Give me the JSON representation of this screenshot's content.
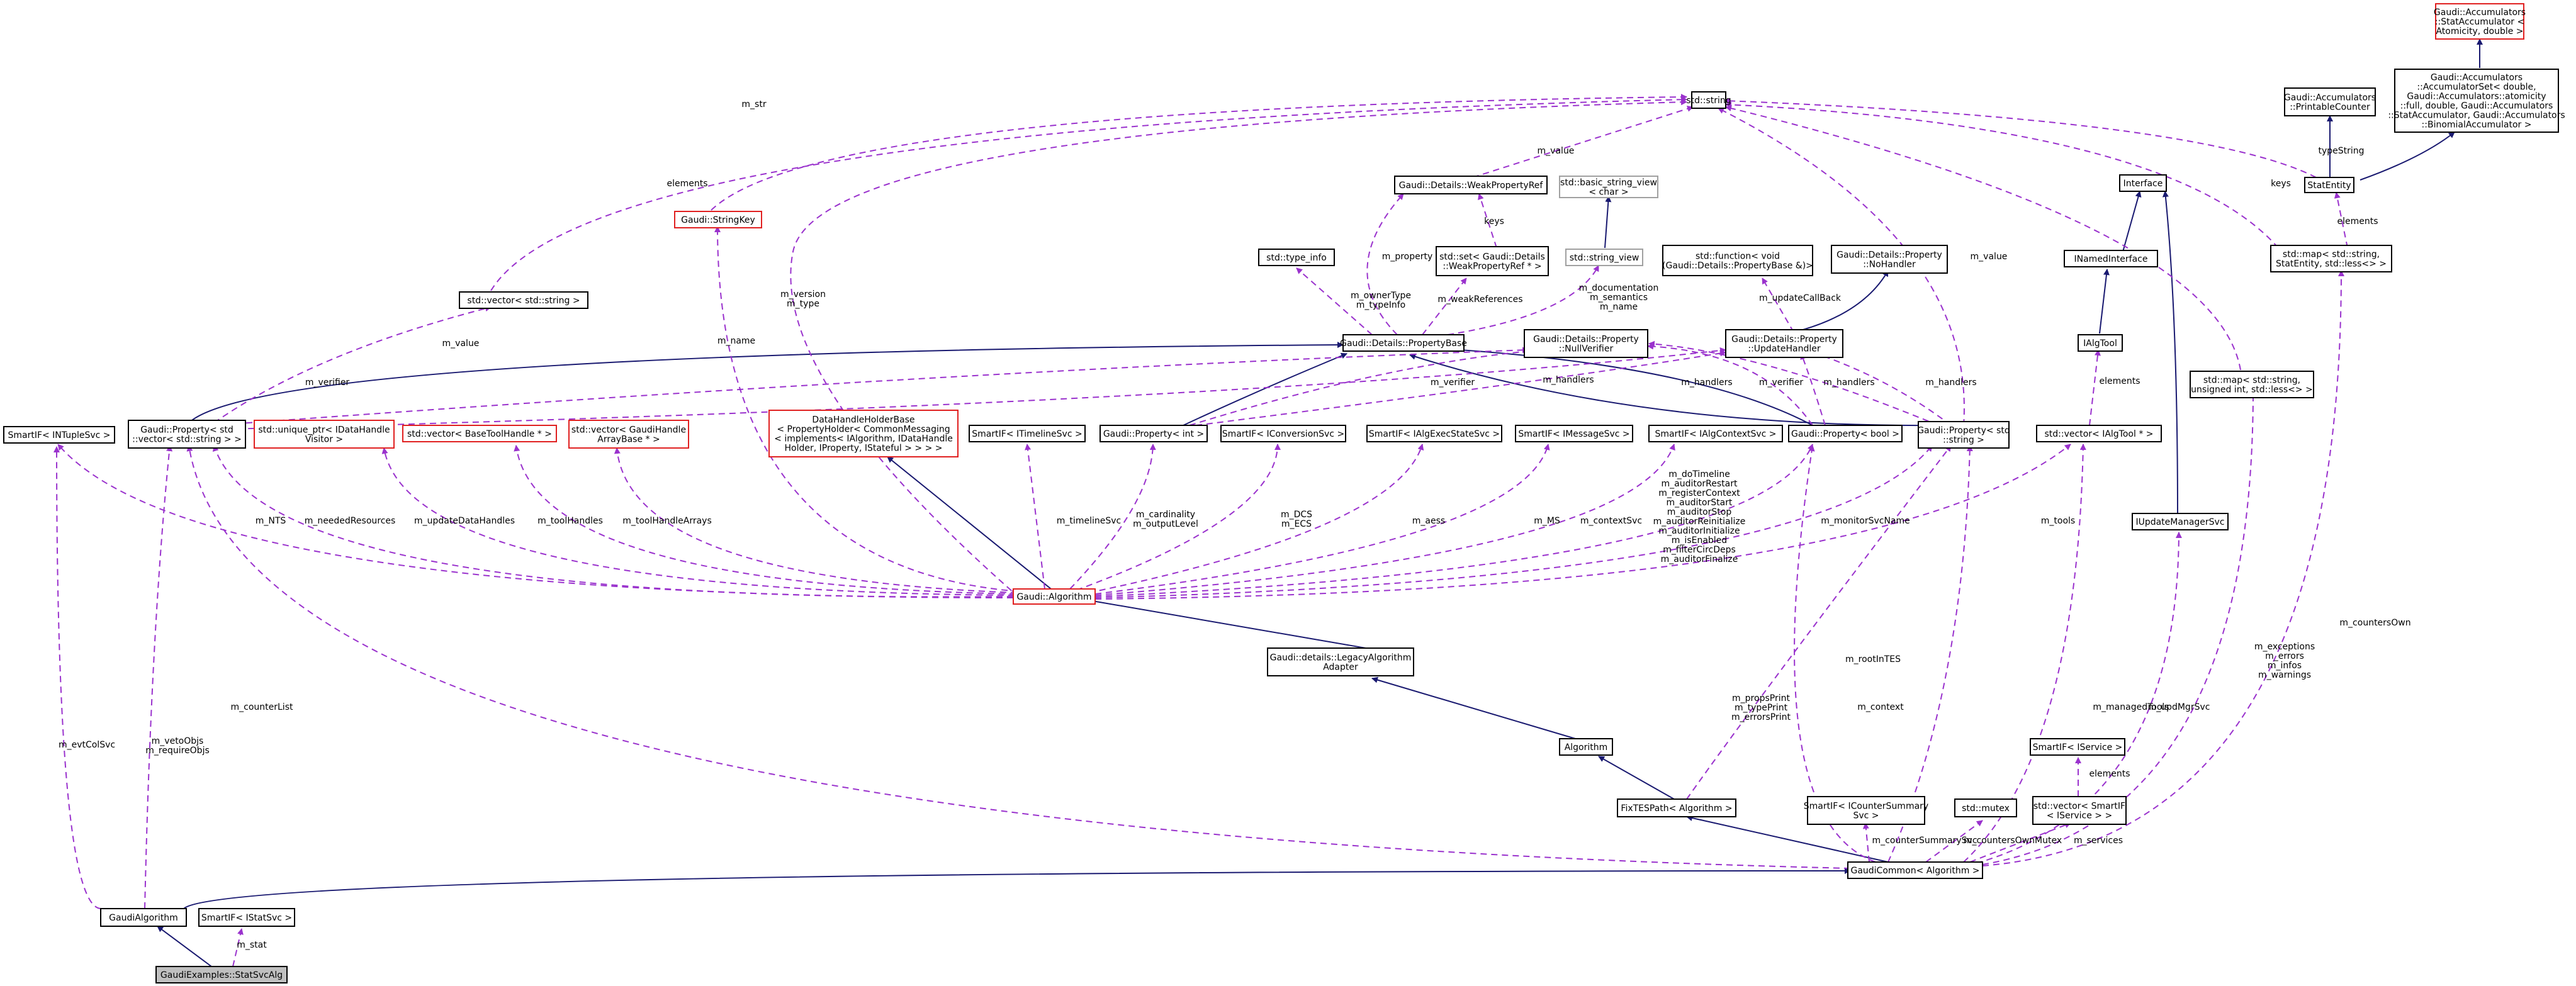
{
  "nodes": {
    "n_acc_stat": [
      "Gaudi::Accumulators",
      "::StatAccumulator <",
      "Atomicity, double >"
    ],
    "n_acc_print": [
      "Gaudi::Accumulators",
      "::PrintableCounter"
    ],
    "n_acc_set": [
      "Gaudi::Accumulators",
      "::AccumulatorSet< double,",
      "Gaudi::Accumulators::atomicity",
      "::full, double, Gaudi::Accumulators",
      "::StatAccumulator, Gaudi::Accumulators",
      "::BinomialAccumulator >"
    ],
    "n_string": [
      "std::string"
    ],
    "n_weakref": [
      "Gaudi::Details::WeakPropertyRef"
    ],
    "n_bsv": [
      "std::basic_string_view",
      "< char >"
    ],
    "n_interface": [
      "Interface"
    ],
    "n_statentity": [
      "StatEntity"
    ],
    "n_stringkey": [
      "Gaudi::StringKey"
    ],
    "n_typeinfo": [
      "std::type_info"
    ],
    "n_setweak": [
      "std::set< Gaudi::Details",
      "::WeakPropertyRef * >"
    ],
    "n_sv": [
      "std::string_view"
    ],
    "n_func": [
      "std::function< void",
      "(Gaudi::Details::PropertyBase &)>"
    ],
    "n_nohandler": [
      "Gaudi::Details::Property",
      "::NoHandler"
    ],
    "n_inamed": [
      "INamedInterface"
    ],
    "n_map": [
      "std::map< std::string,",
      "StatEntity, std::less<> >"
    ],
    "n_vecstr": [
      "std::vector< std::string >"
    ],
    "n_propbase": [
      "Gaudi::Details::PropertyBase"
    ],
    "n_nullver": [
      "Gaudi::Details::Property",
      "::NullVerifier"
    ],
    "n_updhandler": [
      "Gaudi::Details::Property",
      "::UpdateHandler"
    ],
    "n_ialgtool": [
      "IAlgTool"
    ],
    "n_mapint": [
      "std::map< std::string,",
      "unsigned int, std::less<> >"
    ],
    "n_sf_ntuple": [
      "SmartIF< INTupleSvc >"
    ],
    "n_prop_vecstr": [
      "Gaudi::Property< std",
      "::vector< std::string > >"
    ],
    "n_uptr": [
      "std::unique_ptr< IDataHandle",
      "Visitor >"
    ],
    "n_vec_btool": [
      "std::vector< BaseToolHandle * >"
    ],
    "n_vec_ghab": [
      "std::vector< GaudiHandle",
      "ArrayBase * >"
    ],
    "n_dhhb": [
      "DataHandleHolderBase",
      "< PropertyHolder< CommonMessaging",
      "< implements< IAlgorithm, IDataHandle",
      "Holder, IProperty, IStateful > > > >"
    ],
    "n_sf_timeline": [
      "SmartIF< ITimelineSvc >"
    ],
    "n_prop_int": [
      "Gaudi::Property< int >"
    ],
    "n_sf_conv": [
      "SmartIF< IConversionSvc >"
    ],
    "n_sf_algexec": [
      "SmartIF< IAlgExecStateSvc >"
    ],
    "n_sf_msg": [
      "SmartIF< IMessageSvc >"
    ],
    "n_sf_algctx": [
      "SmartIF< IAlgContextSvc >"
    ],
    "n_prop_bool": [
      "Gaudi::Property< bool >"
    ],
    "n_prop_str": [
      "Gaudi::Property< std",
      "::string >"
    ],
    "n_vec_ialgtool": [
      "std::vector< IAlgTool * >"
    ],
    "n_iupdmgr": [
      "IUpdateManagerSvc"
    ],
    "n_algorithm": [
      "Gaudi::Algorithm"
    ],
    "n_legacy": [
      "Gaudi::details::LegacyAlgorithm",
      "Adapter"
    ],
    "n_algorithm2": [
      "Algorithm"
    ],
    "n_sf_iservice": [
      "SmartIF< IService >"
    ],
    "n_fixtes": [
      "FixTESPath< Algorithm >"
    ],
    "n_sf_countsum": [
      "SmartIF< ICounterSummary",
      "Svc >"
    ],
    "n_mutex": [
      "std::mutex"
    ],
    "n_vec_sf_iservice": [
      "std::vector< SmartIF",
      "< IService > >"
    ],
    "n_gaudicommon": [
      "GaudiCommon< Algorithm >"
    ],
    "n_gaudialg": [
      "GaudiAlgorithm"
    ],
    "n_sf_istat": [
      "SmartIF< IStatSvc >"
    ],
    "n_statsvcalg": [
      "GaudiExamples::StatSvcAlg"
    ]
  },
  "edges": {
    "l_m_str": [
      "m_str"
    ],
    "l_elements_vecstr": [
      "elements"
    ],
    "l_m_value_weak": [
      "m_value"
    ],
    "l_keys_set": [
      "keys"
    ],
    "l_typestring": [
      "typeString"
    ],
    "l_keys_map": [
      "keys"
    ],
    "l_elements_map": [
      "elements"
    ],
    "l_m_value_vecstr": [
      "m_value"
    ],
    "l_m_version": [
      "m_version",
      "m_type"
    ],
    "l_m_name_key": [
      "m_name"
    ],
    "l_m_property": [
      "m_property"
    ],
    "l_m_ownertype": [
      "m_ownerType",
      "m_typeInfo"
    ],
    "l_m_weakrefs": [
      "m_weakReferences"
    ],
    "l_m_documentation": [
      "m_documentation",
      "m_semantics",
      "m_name"
    ],
    "l_m_updatecallback": [
      "m_updateCallBack"
    ],
    "l_m_value_str": [
      "m_value"
    ],
    "l_elements_tool": [
      "elements"
    ],
    "l_m_verifier1": [
      "m_verifier"
    ],
    "l_m_handlers1": [
      "m_handlers"
    ],
    "l_m_verifier2": [
      "m_verifier"
    ],
    "l_m_handlers2": [
      "m_handlers"
    ],
    "l_m_verifier3": [
      "m_verifier"
    ],
    "l_m_handlers3": [
      "m_handlers"
    ],
    "l_m_handlers4": [
      "m_handlers"
    ],
    "l_m_ntuple": [
      "m_NTS"
    ],
    "l_m_needed": [
      "m_neededResources"
    ],
    "l_m_upddh": [
      "m_updateDataHandles"
    ],
    "l_m_toolhandles": [
      "m_toolHandles"
    ],
    "l_m_toolhandlearrays": [
      "m_toolHandleArrays"
    ],
    "l_m_timeline": [
      "m_timelineSvc"
    ],
    "l_m_cardinality": [
      "m_cardinality",
      "m_outputLevel"
    ],
    "l_m_dcs": [
      "m_DCS",
      "m_ECS"
    ],
    "l_m_aess": [
      "m_aess"
    ],
    "l_m_ms": [
      "m_MS"
    ],
    "l_m_contextsvc": [
      "m_contextSvc"
    ],
    "l_m_dotimeline": [
      "m_doTimeline",
      "m_auditorRestart",
      "m_registerContext",
      "m_auditorStart",
      "m_auditorStop",
      "m_auditorReinitialize",
      "m_auditorInitialize",
      "m_isEnabled",
      "m_filterCircDeps",
      "m_auditorFinalize"
    ],
    "l_m_monitorsvc": [
      "m_monitorSvcName"
    ],
    "l_m_tools": [
      "m_tools"
    ],
    "l_m_roottes": [
      "m_rootInTES"
    ],
    "l_m_propsprint": [
      "m_propsPrint",
      "m_typePrint",
      "m_errorsPrint"
    ],
    "l_m_context": [
      "m_context"
    ],
    "l_m_managedtools": [
      "m_managedTools"
    ],
    "l_m_updmgrsvc": [
      "m_updMgrSvc"
    ],
    "l_m_exceptions": [
      "m_exceptions",
      "m_errors",
      "m_infos",
      "m_warnings"
    ],
    "l_m_countersown": [
      "m_countersOwn"
    ],
    "l_m_counterlist": [
      "m_counterList"
    ],
    "l_m_evtcolsvc": [
      "m_evtColSvc"
    ],
    "l_m_vetoobjs": [
      "m_vetoObjs",
      "m_requireObjs"
    ],
    "l_elements_svc": [
      "elements"
    ],
    "l_m_countersummary": [
      "m_counterSummarySvc"
    ],
    "l_m_countersownmutex": [
      "m_countersOwnMutex"
    ],
    "l_m_services": [
      "m_services"
    ],
    "l_m_stat": [
      "m_stat"
    ]
  }
}
